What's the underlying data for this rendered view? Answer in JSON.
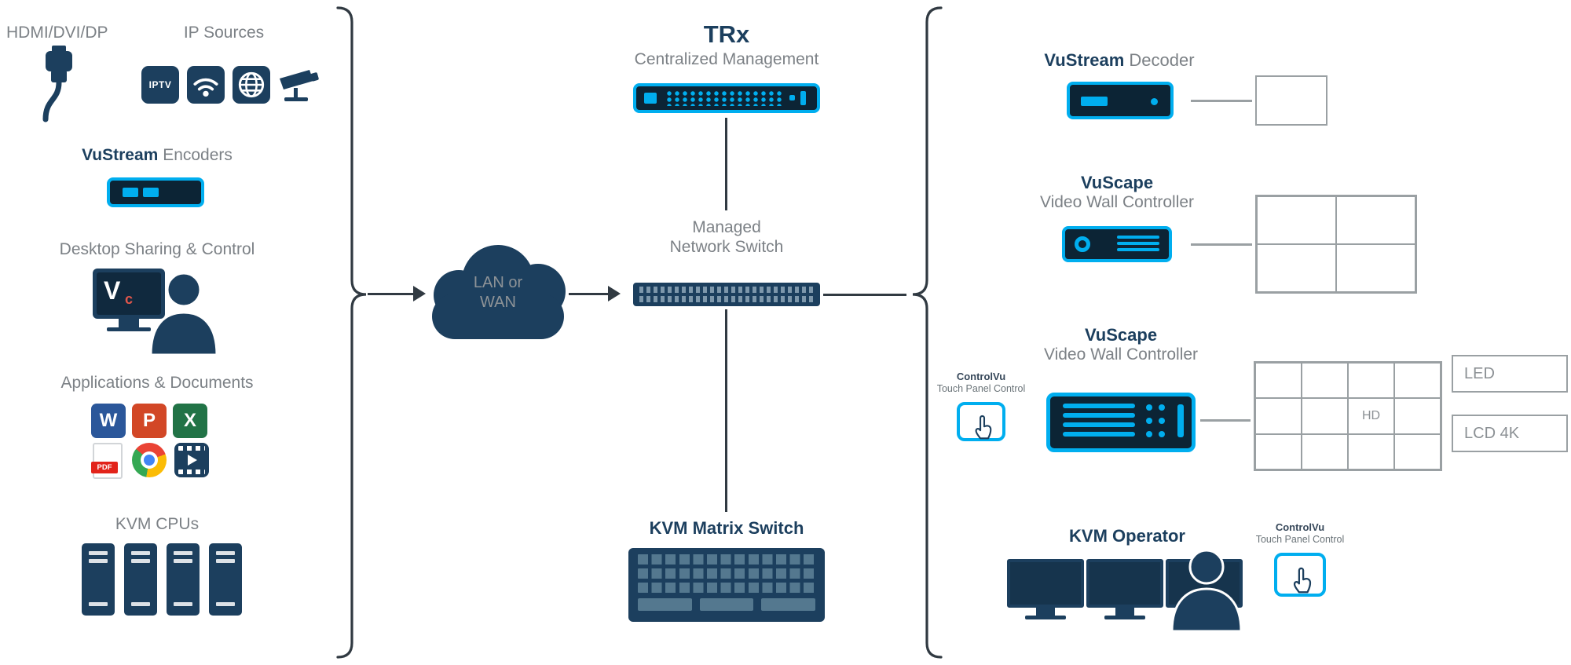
{
  "colors": {
    "accent": "#00AEEF",
    "navy": "#1C3F5E",
    "gray": "#808285"
  },
  "sources": {
    "hdmi_label": "HDMI/DVI/DP",
    "ip_label": "IP Sources",
    "iptv_text": "IPTV",
    "encoders_brand": "VuStream",
    "encoders_label": "Encoders",
    "desktop_label": "Desktop Sharing & Control",
    "vnc_v": "V",
    "vnc_c": "c",
    "apps_label": "Applications & Documents",
    "word_letter": "W",
    "ppt_letter": "P",
    "excel_letter": "X",
    "pdf_text": "PDF",
    "kvm_label": "KVM CPUs"
  },
  "network": {
    "cloud_line1": "LAN or",
    "cloud_line2": "WAN"
  },
  "management": {
    "title": "TRx",
    "subtitle": "Centralized Management",
    "switch_line1": "Managed",
    "switch_line2": "Network Switch",
    "matrix_label": "KVM Matrix Switch"
  },
  "outputs": {
    "decoder_brand": "VuStream",
    "decoder_label": "Decoder",
    "vuscape1_brand": "VuScape",
    "vuscape1_label": "Video Wall Controller",
    "vuscape2_brand": "VuScape",
    "vuscape2_label": "Video Wall Controller",
    "controlvu1_line1": "ControlVu",
    "controlvu1_line2": "Touch Panel Control",
    "hd_label": "HD",
    "led_label": "LED",
    "lcd_label": "LCD 4K",
    "operator_label": "KVM Operator",
    "controlvu2_line1": "ControlVu",
    "controlvu2_line2": "Touch Panel Control"
  }
}
